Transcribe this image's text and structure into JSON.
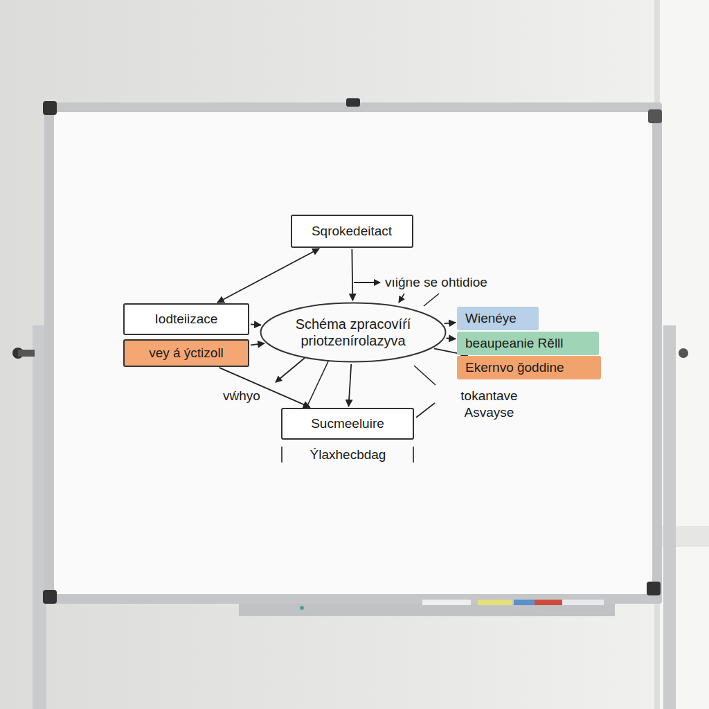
{
  "diagram": {
    "nodes": [
      {
        "text": [
          "Sqrokedeitact"
        ]
      },
      {
        "text": [
          "Iodteiizace"
        ]
      },
      {
        "text": [
          "vey á ýctizoll"
        ]
      },
      {
        "text": [
          "Schéma zpracovíŕí priotzenírolazyva"
        ]
      },
      {
        "text": [
          "Wienéye"
        ]
      },
      {
        "text": [
          "beaupeanie Rělll"
        ]
      },
      {
        "text": [
          "Ekernvo ğoddine"
        ]
      },
      {
        "text": [
          "Sucmeeluire"
        ]
      }
    ],
    "edges": [
      {
        "from": 0,
        "to": 3,
        "arrow": "to"
      },
      {
        "from": 1,
        "to": 0,
        "arrow": "both"
      },
      {
        "from": 1,
        "to": 3,
        "arrow": "to"
      },
      {
        "from": 2,
        "to": 3,
        "arrow": "to"
      },
      {
        "from": 3,
        "to": 4,
        "arrow": "to"
      },
      {
        "from": 3,
        "to": 5,
        "arrow": "to"
      },
      {
        "from": 3,
        "to": 6,
        "arrow": "to"
      },
      {
        "from": 3,
        "to": 7,
        "arrow": "to"
      },
      {
        "from": 2,
        "to": 7,
        "arrow": "to"
      }
    ],
    "labels": [
      "vıiǵne se ohtidioe",
      "vẃhyo",
      "tokantave Asvayse",
      "Ýlaxhecbdag"
    ]
  }
}
